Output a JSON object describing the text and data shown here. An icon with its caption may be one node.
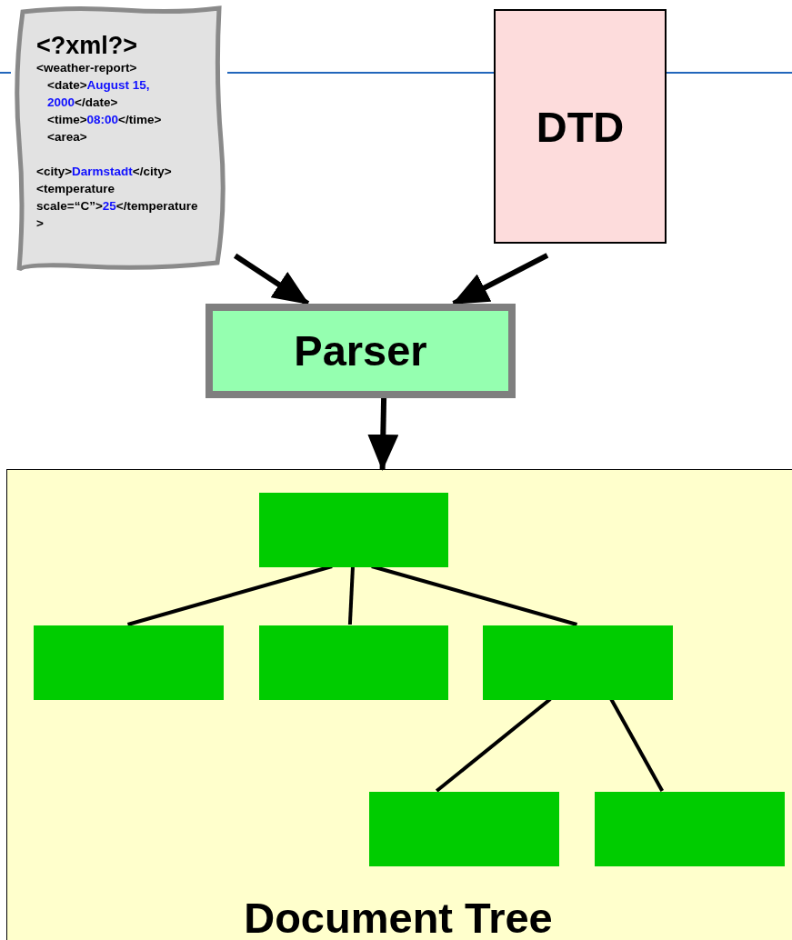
{
  "diagram": {
    "nodes": [
      {
        "text": [
          "<?xml?>",
          "<weather-report>",
          "<date>**August 15, 2000**</date>",
          "<time>**08:00**</time>",
          "<area>",
          "<city>**Darmstadt**</city> <temperature scale=“C”>**25**</temperature>"
        ]
      },
      {
        "text": [
          "DTD"
        ]
      },
      {
        "text": [
          "Parser"
        ]
      },
      {
        "text": [
          "Document Tree"
        ]
      },
      {
        "text": [],
        "shape": "box",
        "in": 3
      },
      {
        "text": [],
        "shape": "box",
        "in": 3
      },
      {
        "text": [],
        "shape": "box",
        "in": 3
      },
      {
        "text": [],
        "shape": "box",
        "in": 3
      },
      {
        "text": [],
        "shape": "box",
        "in": 3
      },
      {
        "text": [],
        "shape": "box",
        "in": 3
      }
    ],
    "edges": [
      {
        "from": 0,
        "to": 2,
        "arrow": "to"
      },
      {
        "from": 1,
        "to": 2,
        "arrow": "to"
      },
      {
        "from": 2,
        "to": 3,
        "arrow": "to"
      },
      {
        "from": 4,
        "to": 5,
        "arrow": "none"
      },
      {
        "from": 4,
        "to": 6,
        "arrow": "none"
      },
      {
        "from": 4,
        "to": 7,
        "arrow": "none"
      },
      {
        "from": 7,
        "to": 8,
        "arrow": "none"
      },
      {
        "from": 7,
        "to": 9,
        "arrow": "none"
      }
    ]
  }
}
